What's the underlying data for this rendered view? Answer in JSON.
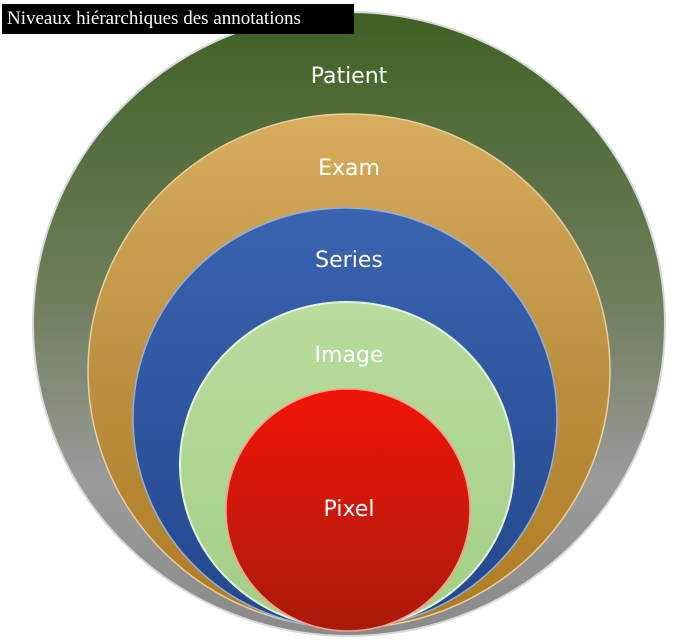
{
  "title": "Niveaux hiérarchiques des annotations",
  "levels": [
    {
      "label": "Patient",
      "color": "#4e6a32"
    },
    {
      "label": "Exam",
      "color": "#c39a48"
    },
    {
      "label": "Series",
      "color": "#2f5597"
    },
    {
      "label": "Image",
      "color": "#a8d08d"
    },
    {
      "label": "Pixel",
      "color": "#e0180a"
    }
  ]
}
